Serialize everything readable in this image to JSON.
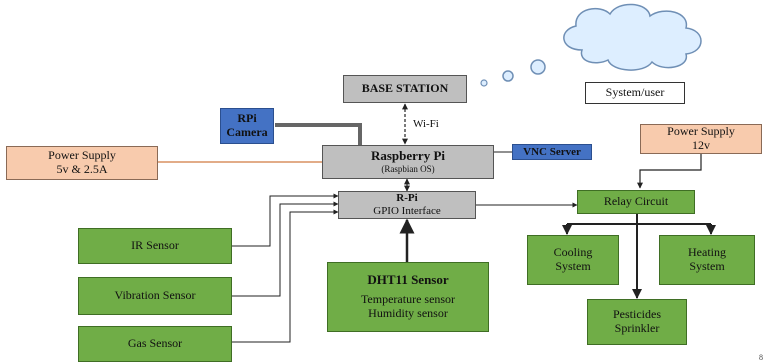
{
  "base_station": "BASE STATION",
  "system_user": "System/user",
  "rpi_camera": {
    "line1": "RPi",
    "line2": "Camera"
  },
  "wifi": "Wi-Fi",
  "power_supply_left": {
    "line1": "Power Supply",
    "line2": "5v & 2.5A"
  },
  "raspberry_pi": {
    "name": "Raspberry Pi",
    "os": "(Raspbian OS)"
  },
  "vnc_server": "VNC Server",
  "gpio": {
    "line1": "R-Pi",
    "line2": "GPIO Interface"
  },
  "power_supply_right": {
    "line1": "Power Supply",
    "line2": "12v"
  },
  "relay": "Relay Circuit",
  "ir_sensor": "IR Sensor",
  "vibration_sensor": "Vibration Sensor",
  "gas_sensor": "Gas Sensor",
  "dht11": {
    "title": "DHT11 Sensor",
    "line1": "Temperature sensor",
    "line2": "Humidity sensor"
  },
  "cooling": {
    "line1": "Cooling",
    "line2": "System"
  },
  "heating": {
    "line1": "Heating",
    "line2": "System"
  },
  "pesticides": {
    "line1": "Pesticides",
    "line2": "Sprinkler"
  },
  "page_number": "8",
  "colors": {
    "green": "#70ad47",
    "gray": "#bfbfbf",
    "peach": "#f8cbad",
    "blue": "#4472c4",
    "cloud": "#ddeeff"
  }
}
